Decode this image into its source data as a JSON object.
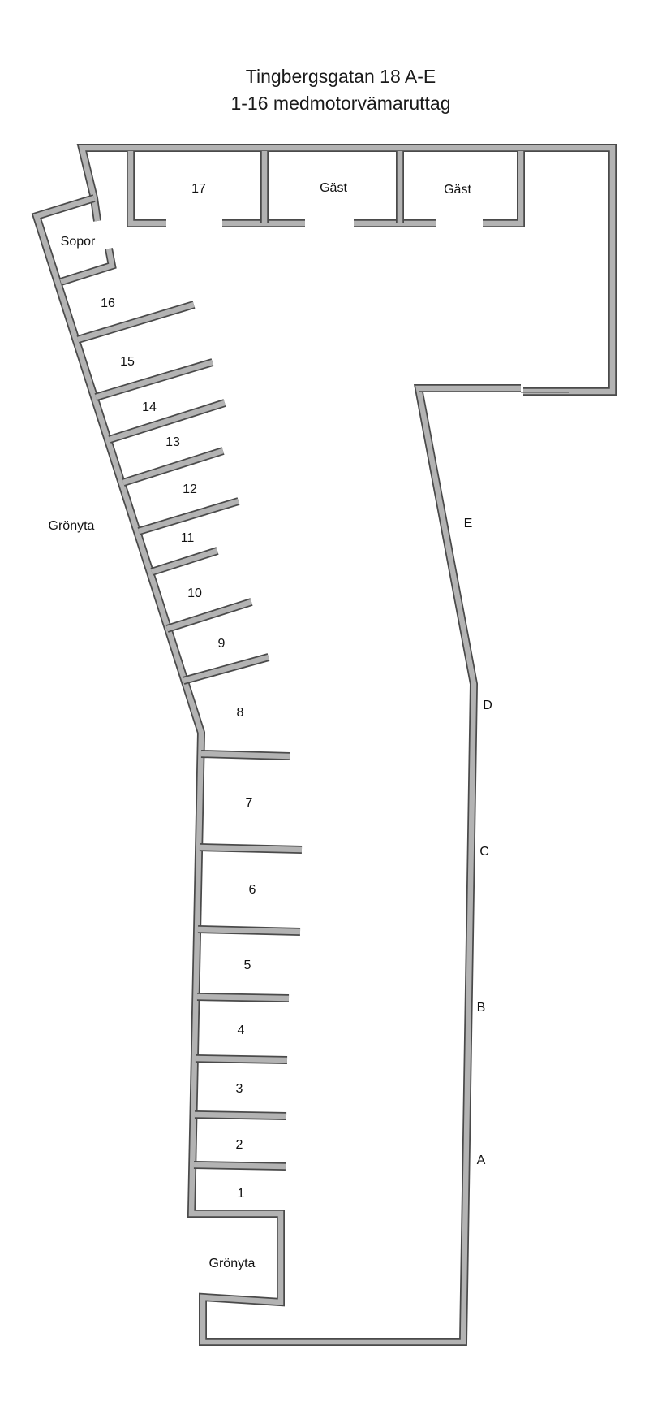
{
  "title": {
    "line1": "Tingbergsgatan 18 A-E",
    "line2": "1-16 medmotorvämaruttag"
  },
  "labels": {
    "sopor": "Sopor",
    "gronyta_left": "Grönyta",
    "gronyta_bottom": "Grönyta",
    "guest1": "Gäst",
    "guest2": "Gäst",
    "entrances": [
      "E",
      "D",
      "C",
      "B",
      "A"
    ]
  },
  "spots": [
    "17",
    "16",
    "15",
    "14",
    "13",
    "12",
    "11",
    "10",
    "9",
    "8",
    "7",
    "6",
    "5",
    "4",
    "3",
    "2",
    "1"
  ],
  "colors": {
    "wall_fill": "#b3b3b3",
    "wall_edge": "#4a4a4a",
    "text": "#111111"
  }
}
